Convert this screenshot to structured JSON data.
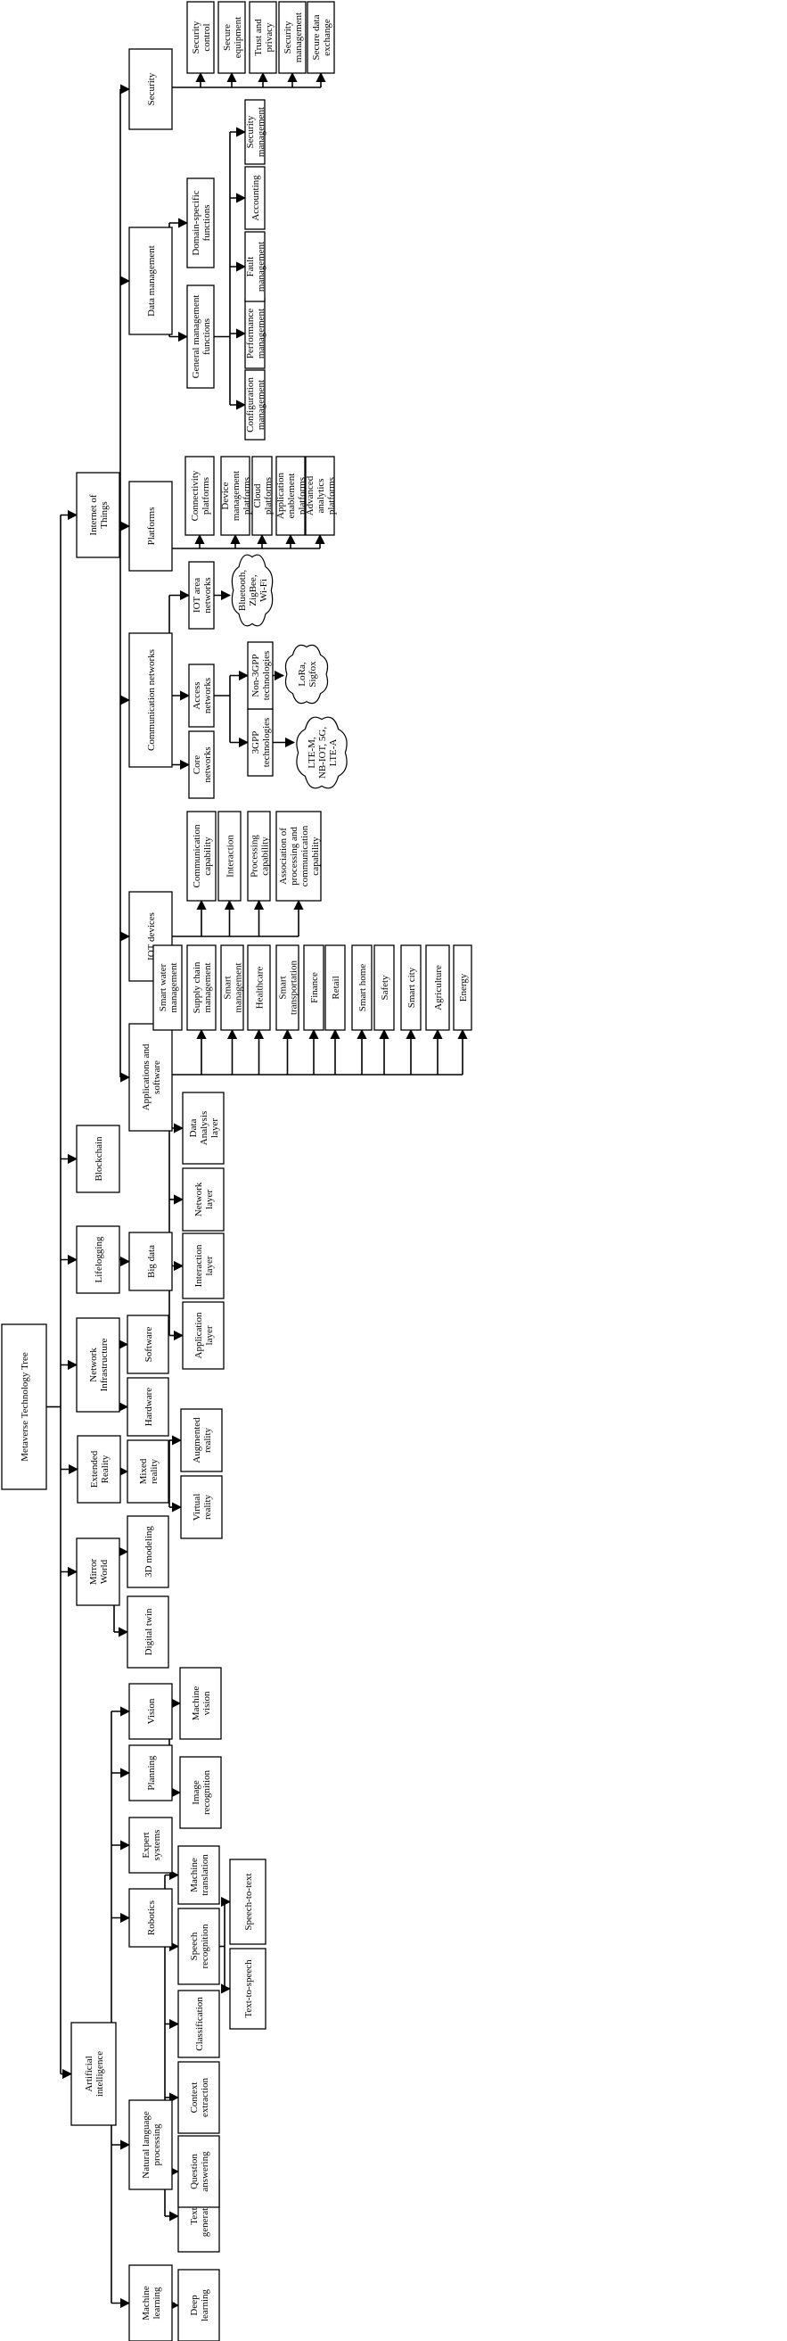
{
  "diagram": {
    "root": "Metaverse Technology Tree",
    "nodes": {
      "ai": "Artificial intelligence",
      "mirror": "Mirror World",
      "xr": "Extended Reality",
      "netinfra": "Network Infrastructure",
      "lifelog": "Lifelogging",
      "blockchain": "Blockchain",
      "iot": "Internet of Things",
      "ml": "Machine learning",
      "nlp": "Natural language processing",
      "robotics": "Robotics",
      "expert": "Expert systems",
      "planning": "Planning",
      "vision": "Vision",
      "deep": "Deep learning",
      "textgen": "Text generation",
      "qa": "Question answering",
      "context": "Context extraction",
      "classif": "Classification",
      "speechrec": "Speech recognition",
      "machtrans": "Machine translation",
      "tts": "Text-to-speech",
      "stt": "Speech-to-text",
      "imgrec": "Image recognition",
      "machvis": "Machine vision",
      "digitaltwin": "Digital twin",
      "modeling": "3D modeling",
      "mixed": "Mixed reality",
      "vr": "Virtual reality",
      "ar": "Augmented reality",
      "hardware": "Hardware",
      "software": "Software",
      "bigdata": "Big data",
      "applayer": "Application layer",
      "interlayer": "Interaction layer",
      "netlayer": "Network layer",
      "dalayer": "Data Analysis layer",
      "apps": "Applications and software",
      "iotdev": "IOT devices",
      "commnet": "Communication networks",
      "platforms": "Platforms",
      "datamgmt": "Data management",
      "security": "Security",
      "a_energy": "Energy",
      "a_agri": "Agriculture",
      "a_city": "Smart city",
      "a_safety": "Safety",
      "a_home": "Smart home",
      "a_retail": "Retail",
      "a_finance": "Finance",
      "a_transport": "Smart transportation",
      "a_health": "Healthcare",
      "a_mgmt": "Smart management",
      "a_supply": "Supply chain management",
      "a_water": "Smart water management",
      "d_comm": "Communication capability",
      "d_inter": "Interaction",
      "d_proc": "Processing capability",
      "d_assoc": "Association of processing and communication capability",
      "c_core": "Core networks",
      "c_access": "Access networks",
      "c_area": "IOT area networks",
      "c_3gpp": "3GPP technologies",
      "c_non3gpp": "Non-3GPP technologies",
      "cl_lte": "LTE-M, NB-IOT, 5G, LTE-A",
      "cl_lora": "LoRa, Sigfox",
      "cl_bt": "Bluetooth, ZigBee, Wi-Fi",
      "p_conn": "Connectivity platforms",
      "p_dev": "Device management platforms",
      "p_cloud": "Cloud platforms",
      "p_appen": "Application enablement platforms",
      "p_adv": "Advanced analytics platforms",
      "dm_general": "General management functions",
      "dm_domain": "Domain-specific functions",
      "dm_config": "Configuration management",
      "dm_perf": "Performance management",
      "dm_fault": "Fault management",
      "dm_acct": "Accounting",
      "dm_secmg": "Security management",
      "s_ctrl": "Security control",
      "s_equip": "Secure equipment",
      "s_trust": "Trust and privacy",
      "s_mgmt": "Security management",
      "s_exch": "Secure data exchange"
    }
  }
}
